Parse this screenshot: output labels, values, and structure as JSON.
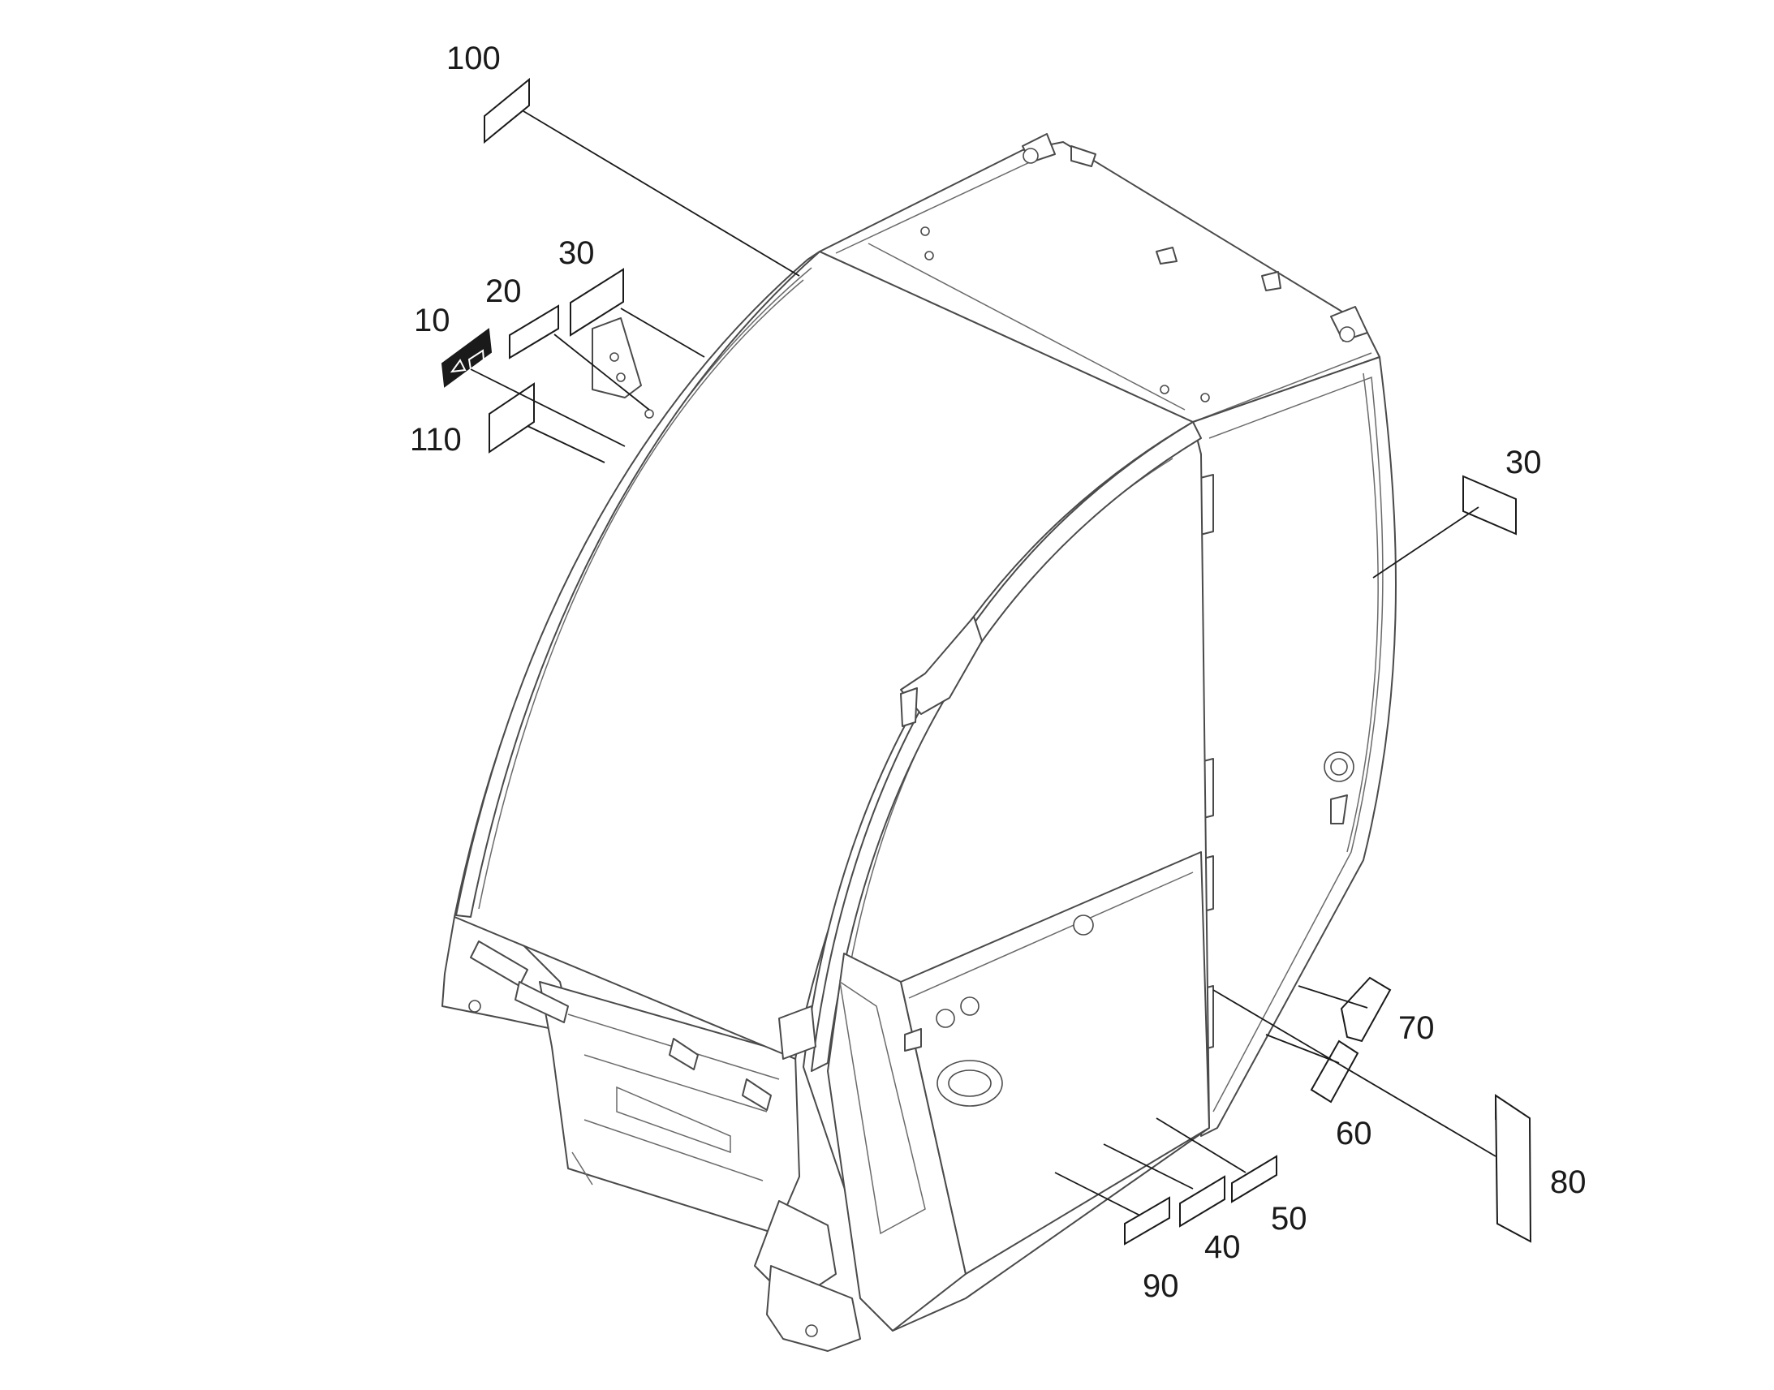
{
  "colors": {
    "line": "#1a1a1a",
    "cab_outline": "#4a4a4a",
    "background": "#ffffff"
  },
  "callouts": {
    "c100": "100",
    "c30_left": "30",
    "c20": "20",
    "c10": "10",
    "c110": "110",
    "c30_right": "30",
    "c70": "70",
    "c60": "60",
    "c80": "80",
    "c50": "50",
    "c40": "40",
    "c90": "90"
  },
  "icons": {
    "warning_decal": "warning-triangle-icon"
  }
}
